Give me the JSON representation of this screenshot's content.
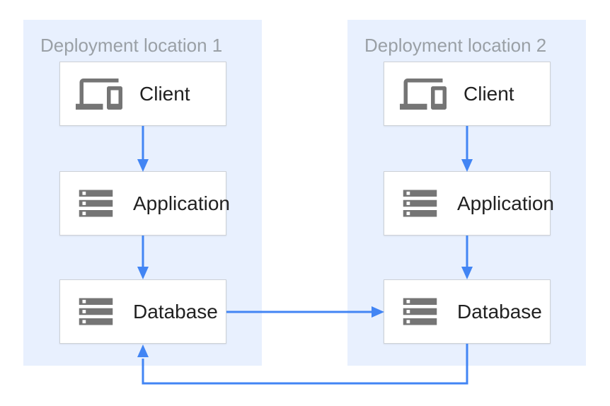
{
  "diagram": {
    "panels": [
      {
        "title": "Deployment location 1",
        "nodes": [
          {
            "label": "Client",
            "icon": "devices-icon"
          },
          {
            "label": "Application",
            "icon": "server-stack-icon"
          },
          {
            "label": "Database",
            "icon": "server-stack-icon"
          }
        ]
      },
      {
        "title": "Deployment location 2",
        "nodes": [
          {
            "label": "Client",
            "icon": "devices-icon"
          },
          {
            "label": "Application",
            "icon": "server-stack-icon"
          },
          {
            "label": "Database",
            "icon": "server-stack-icon"
          }
        ]
      }
    ],
    "edges": [
      {
        "from": "location-1-client",
        "to": "location-1-application",
        "type": "arrow"
      },
      {
        "from": "location-1-application",
        "to": "location-1-database",
        "type": "arrow"
      },
      {
        "from": "location-2-client",
        "to": "location-2-application",
        "type": "arrow"
      },
      {
        "from": "location-2-application",
        "to": "location-2-database",
        "type": "arrow"
      },
      {
        "from": "location-1-database",
        "to": "location-2-database",
        "type": "arrow"
      },
      {
        "from": "location-2-database",
        "to": "location-1-database",
        "type": "arrow-elbow-bottom"
      }
    ],
    "colors": {
      "panel_bg": "#e8f0fe",
      "arrow": "#4285f4",
      "icon": "#757575",
      "box_border": "#cdd1d6",
      "title_text": "#9aa0a6",
      "label_text": "#212121",
      "canvas_bg": "#ffffff"
    }
  }
}
